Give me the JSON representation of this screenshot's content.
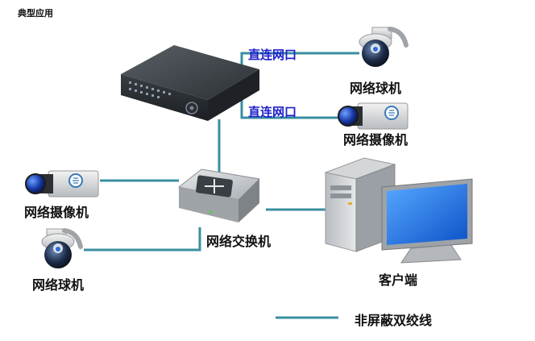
{
  "header": {
    "title": "典型应用"
  },
  "diagram": {
    "link_labels": [
      "直连网口",
      "直连网口"
    ],
    "devices": {
      "ptz_camera_top": "网络球机",
      "box_camera_right": "网络摄像机",
      "box_camera_left": "网络摄像机",
      "switch": "网络交换机",
      "ptz_camera_bottom": "网络球机",
      "client": "客户端"
    },
    "legend": {
      "label": "非屏蔽双绞线",
      "color": "#3a8fa0"
    }
  }
}
